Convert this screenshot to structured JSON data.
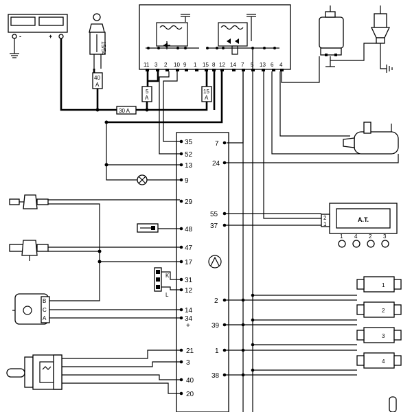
{
  "battery": {
    "minus": "-",
    "plus": "+"
  },
  "ignition": {
    "label": "15/54"
  },
  "fuses": {
    "f40": [
      "40",
      "A"
    ],
    "f5": [
      "5",
      "A"
    ],
    "f15": [
      "15",
      "A"
    ],
    "main": "30 A"
  },
  "relay_pins": [
    "11",
    "3",
    "2",
    "10",
    "9",
    "1",
    "15",
    "8",
    "12",
    "14",
    "7",
    "5",
    "13",
    "6",
    "4"
  ],
  "ecu_pins": {
    "p35": "35",
    "p7": "7",
    "p52": "52",
    "p13": "13",
    "p24": "24",
    "p9": "9",
    "p29": "29",
    "p55": "55",
    "p37": "37",
    "p48": "48",
    "p47": "47",
    "p17": "17",
    "p31": "31",
    "p12": "12",
    "p2": "2",
    "p14": "14",
    "p34": "34",
    "p39": "39",
    "p21": "21",
    "p1": "1",
    "p3": "3",
    "p38": "38",
    "p40": "40",
    "p20": "20"
  },
  "diag_connector": {
    "k": "K",
    "l": "L"
  },
  "map_sensor": {
    "b": "B",
    "c": "C",
    "a": "A"
  },
  "auto_trans": {
    "label": "A.T.",
    "pins": [
      "1",
      "4",
      "2",
      "3"
    ],
    "side": "2",
    "side2": "1"
  },
  "injectors": [
    "1",
    "2",
    "3",
    "4"
  ],
  "plus_sign": "+"
}
